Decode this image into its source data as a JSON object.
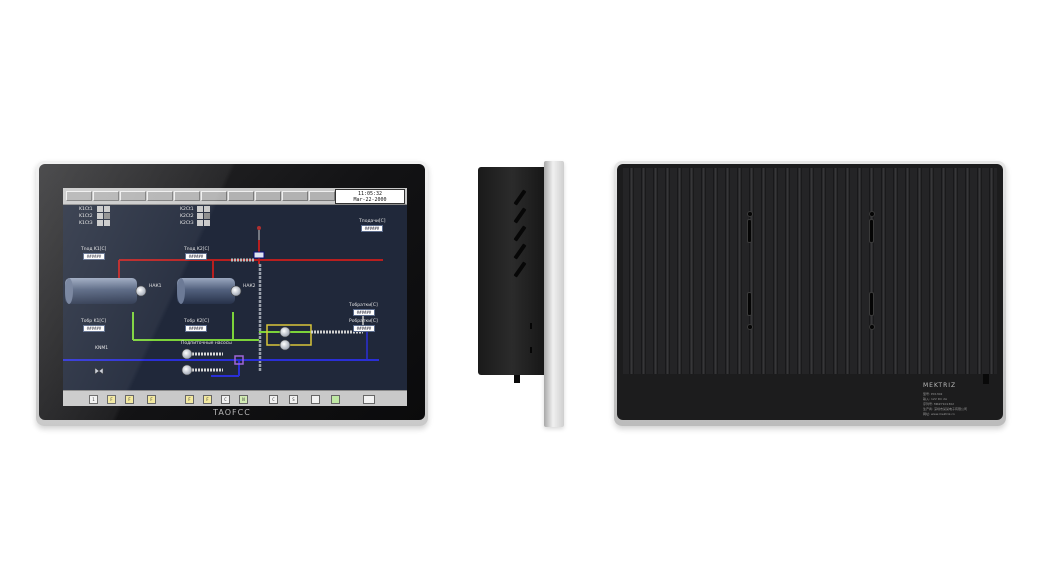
{
  "front": {
    "brand": "TAOFCC",
    "hmi": {
      "time": "11:05:32",
      "date": "Mar-22-2000",
      "labels": {
        "k1_1": "K1Ct1",
        "k1_2": "K1Ct2",
        "k1_3": "K1Ct3",
        "k2_1": "K2Ct1",
        "k2_2": "K2Ct2",
        "k2_3": "K2Ct3",
        "tpod_k1": "Tnoд K1[C]",
        "tpod_k2": "Tnoд K2[C]",
        "tpodache": "Tподачи[C]",
        "tobr_k1": "Tобр K1[C]",
        "tobr_k2": "Tобр K2[C]",
        "tobratki": "Tобратки[C]",
        "robratki": "Pобратки[C]",
        "nak1": "НАК1",
        "nak2": "НАК2",
        "knm": "KNM1",
        "pumps": "Подпиточные насосы"
      },
      "value_placeholder": "######",
      "bottom_buttons": [
        "1",
        "F",
        "F",
        "F",
        "F",
        "F",
        "C",
        "N",
        "C",
        "S",
        "",
        "",
        "",
        ""
      ]
    }
  },
  "back": {
    "brand": "MEKTRIZ",
    "spec_lines": [
      "型号: PX1302",
      "输入: 12V DC 2A",
      "序列号: MRZ7101302",
      "生产商: 深圳市某某电子有限公司",
      "网址: www.mektriz.cn"
    ]
  },
  "colors": {
    "hmi_background": "#20283a",
    "pipe_red": "#b81f1f",
    "pipe_green": "#7cd33a",
    "pipe_blue": "#2a2fd6",
    "bezel": "#121214"
  }
}
